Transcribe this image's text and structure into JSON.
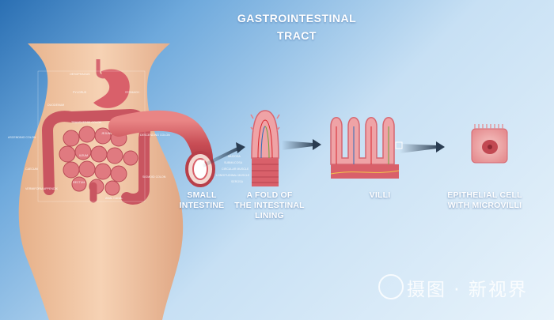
{
  "title_line1": "GASTROINTESTINAL",
  "title_line2": "TRACT",
  "labels": {
    "small_intestine": [
      "SMALL",
      "INTESTINE"
    ],
    "fold": [
      "A FOLD OF",
      "THE INTESTINAL",
      "LINING"
    ],
    "villi": "VILLI",
    "epithelial": [
      "EPITHELIAL CELL",
      "WITH MICROVILLI"
    ]
  },
  "anatomy_labels": {
    "esophagus": "OESOPHAGUS",
    "pylorus": "PYLORUS",
    "stomach": "STOMACH",
    "duodenum": "DUODENUM",
    "transverse_colon": "TRANSVERSE COLON",
    "jejunum": "JEJUNUM",
    "ileum": "ILEUM",
    "ascending_colon": "ASCENDING COLON",
    "descending_colon": "DESCENDING COLON",
    "caecum": "CAECUM",
    "sigmoid_colon": "SIGMOID COLON",
    "rectum": "RECTUM",
    "appendix": "VERMIFORM APPENDIX",
    "anal_canal": "ANAL CANAL"
  },
  "wall_labels": [
    "MUCOSA",
    "SUBMUCOSA",
    "CIRCULAR MUSCLE",
    "LONGITUDINAL MUSCLE",
    "SEROSA"
  ],
  "watermark": "摄图 · 新视界",
  "colors": {
    "tissue": "#d9606a",
    "tissue_light": "#efa3a6",
    "skin": "#f2c7a4",
    "vessel_red": "#d7262d",
    "vessel_blue": "#2b6bb8",
    "vessel_green": "#6aa53a",
    "arrow": "#2a3d52"
  }
}
